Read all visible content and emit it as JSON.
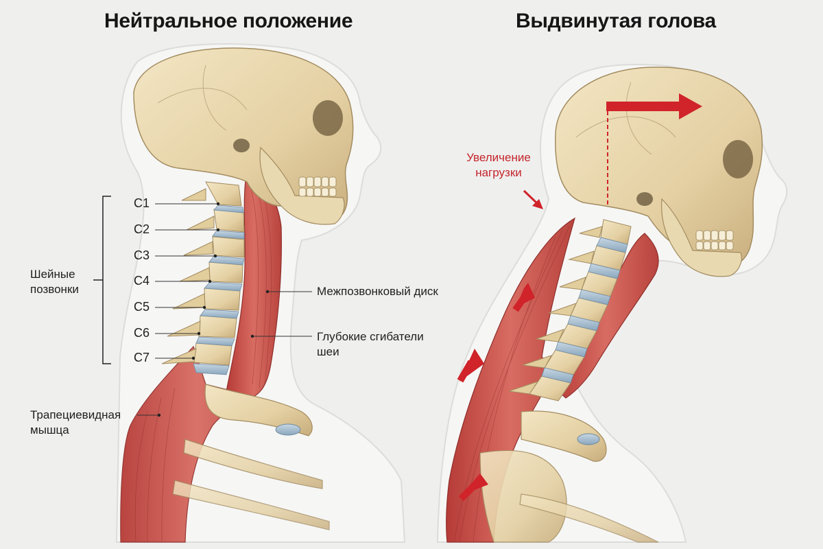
{
  "panels": {
    "left": {
      "title": "Нейтральное положение"
    },
    "right": {
      "title": "Выдвинутая голова"
    }
  },
  "labels": {
    "vertebrae": [
      "C1",
      "C2",
      "C3",
      "C4",
      "C5",
      "C6",
      "C7"
    ],
    "cervical_group": [
      "Шейные",
      "позвонки"
    ],
    "disc": "Межпозвонковый диск",
    "deep_flexors": [
      "Глубокие сгибатели",
      "шеи"
    ],
    "trapezius": [
      "Трапециевидная",
      "мышца"
    ],
    "load_increase": [
      "Увеличение",
      "нагрузки"
    ]
  },
  "colors": {
    "background": "#efefee",
    "bone": "#e7d6ad",
    "bone_shade": "#c9b283",
    "muscle": "#c4504a",
    "disc": "#a9c0d3",
    "arrow": "#d0232a",
    "text": "#161616"
  }
}
